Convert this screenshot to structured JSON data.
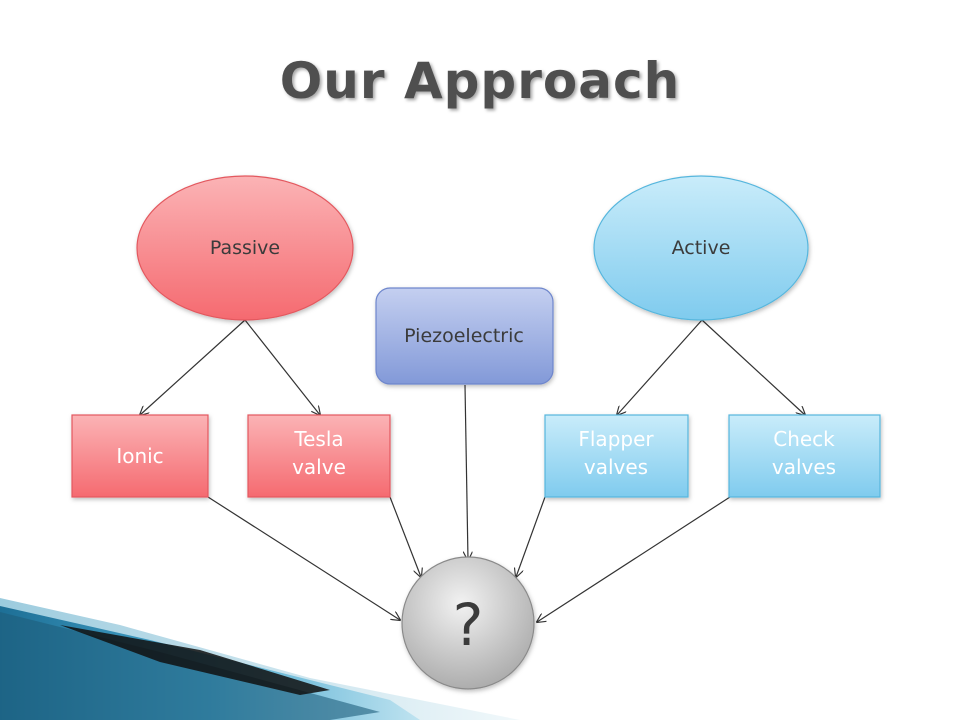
{
  "slide": {
    "title": "Our Approach"
  },
  "nodes": {
    "passive": "Passive",
    "active": "Active",
    "piezoelectric": "Piezoelectric",
    "ionic": "Ionic",
    "tesla": [
      "Tesla",
      "valve"
    ],
    "flapper": [
      "Flapper",
      "valves"
    ],
    "check": [
      "Check",
      "valves"
    ],
    "unknown": "?"
  },
  "colors": {
    "passive_fill": "#f77b7f",
    "active_fill": "#8fd3ef",
    "piezo_fill": "#8fa3de",
    "unknown_fill": "#bdbdbd",
    "accent_band": "#1f7fa8"
  }
}
